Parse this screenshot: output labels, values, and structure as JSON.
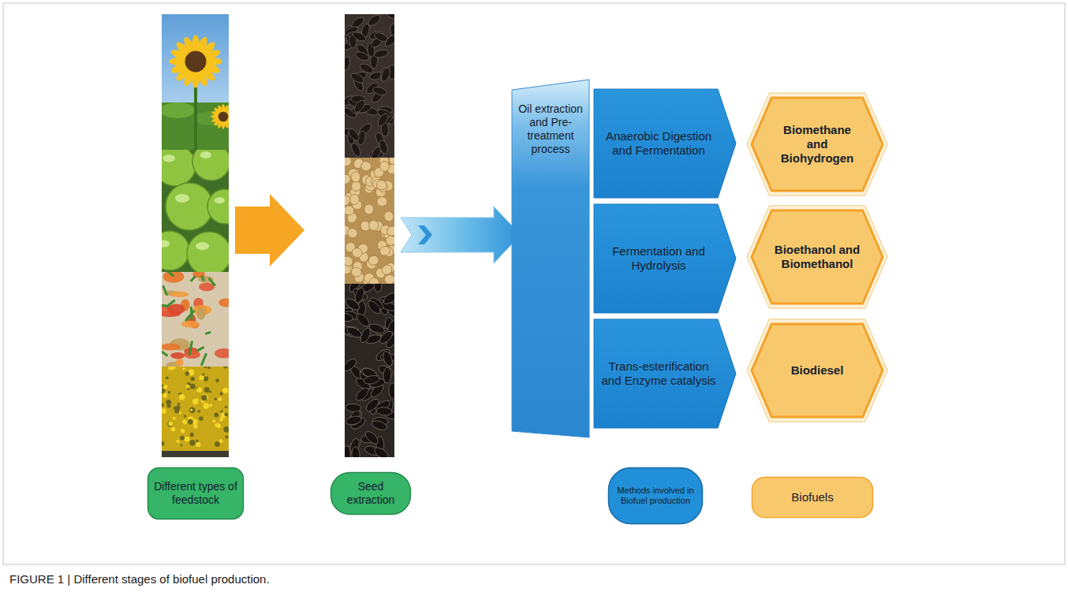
{
  "diagram": {
    "caption": "FIGURE 1 | Different stages of biofuel production.",
    "nodes": [
      {
        "text": [
          "Oil extraction and Pre-treatment process"
        ]
      },
      {
        "text": [
          "Anaerobic Digestion and Fermentation"
        ]
      },
      {
        "text": [
          "Biomethane and Biohydrogen"
        ]
      },
      {
        "text": [
          "Fermentation and Hydrolysis"
        ]
      },
      {
        "text": [
          "Bioethanol and Biomethanol"
        ]
      },
      {
        "text": [
          "Trans-esterification and Enzyme catalysis"
        ]
      },
      {
        "text": [
          "Biodiesel"
        ]
      },
      {
        "text": [
          "Different types of feedstock"
        ]
      },
      {
        "text": [
          "Seed extraction"
        ]
      },
      {
        "text": [
          "Methods involved in Biofuel production"
        ]
      },
      {
        "text": [
          "Biofuels"
        ]
      }
    ]
  }
}
